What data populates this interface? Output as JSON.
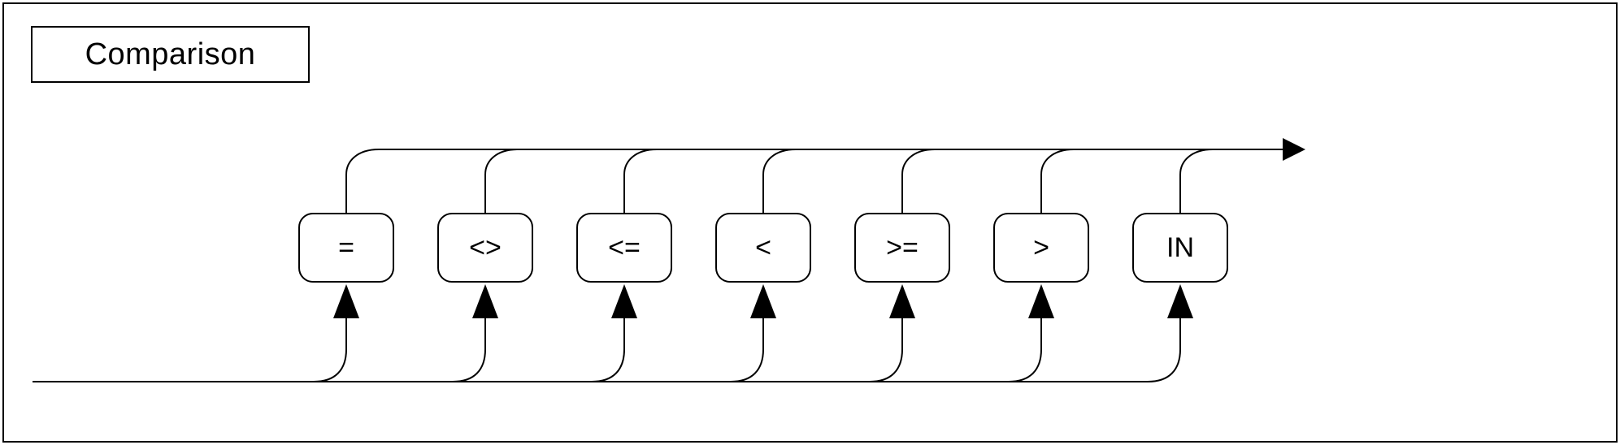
{
  "title": "Comparison",
  "diagram": {
    "type": "railroad-syntax-diagram",
    "nodes": [
      {
        "label": "="
      },
      {
        "label": "<>"
      },
      {
        "label": "<="
      },
      {
        "label": "<"
      },
      {
        "label": ">="
      },
      {
        "label": ">"
      },
      {
        "label": "IN"
      }
    ],
    "colors": {
      "line": "#000000",
      "background": "#ffffff"
    }
  }
}
